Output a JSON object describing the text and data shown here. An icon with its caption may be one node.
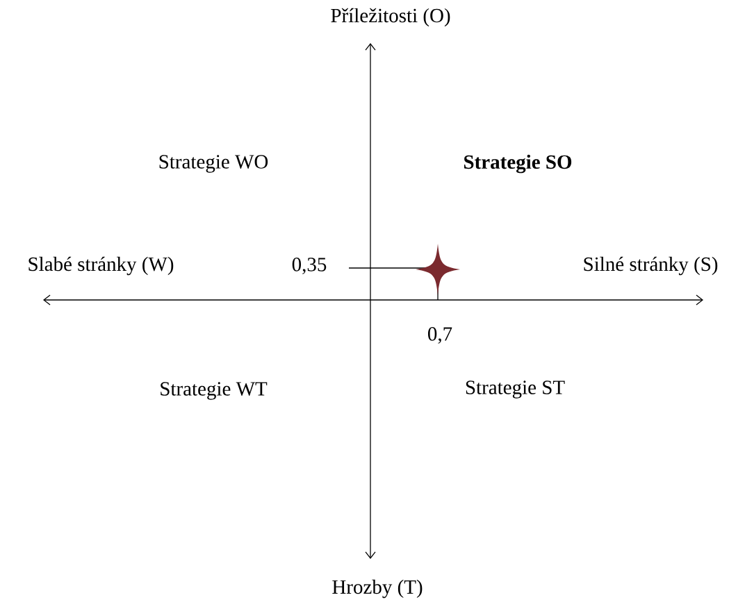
{
  "diagram": {
    "nodes": [
      {
        "text": [],
        "shape": "star"
      }
    ],
    "labels": [
      "Příležitosti (O)",
      "Strategie WO",
      "Strategie SO",
      "Slabé stránky (W)",
      "0,35",
      "Silné stránky (S)",
      "0,7",
      "Strategie WT",
      "Strategie ST",
      "Hrozby (T)"
    ]
  }
}
